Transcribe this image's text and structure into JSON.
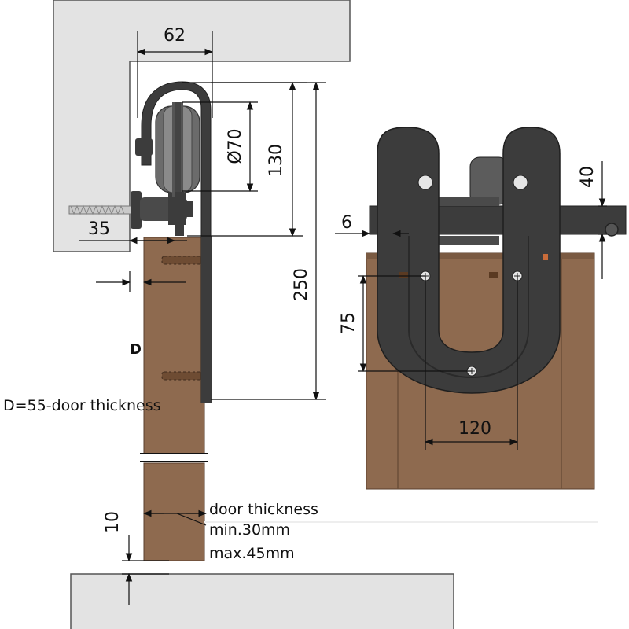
{
  "colors": {
    "wall": "#e3e3e3",
    "wall_edge": "#555555",
    "wood": "#8e6a4f",
    "wood_dark": "#7a5a42",
    "hardware": "#3c3c3c",
    "hardware_light": "#6b6b6b",
    "text": "#111111"
  },
  "dims": {
    "width_62": "62",
    "dia_70": "Ø70",
    "height_130": "130",
    "height_250": "250",
    "offset_35": "35",
    "label_d": "D",
    "gap_10": "10",
    "thick_6": "6",
    "height_40": "40",
    "drop_75": "75",
    "spacing_120": "120"
  },
  "notes": {
    "d_formula": "D=55-door thickness",
    "door_thickness_title": "door thickness",
    "door_min": "min.30mm",
    "door_max": "max.45mm"
  }
}
